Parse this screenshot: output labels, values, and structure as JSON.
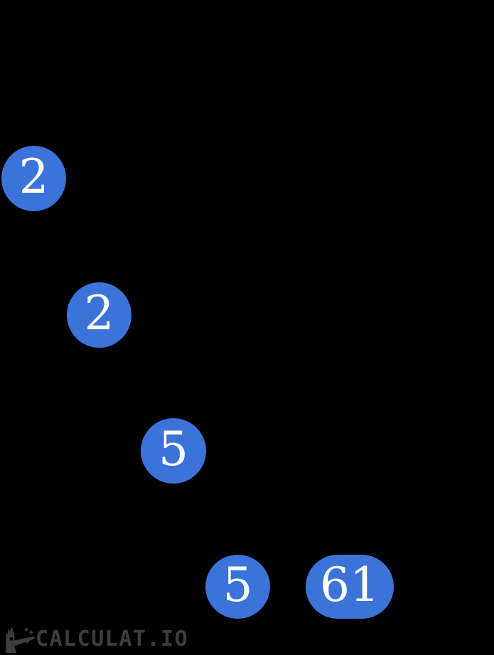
{
  "diagram": {
    "type": "factor-tree",
    "description": "Prime factorization tree; only prime leaf nodes are visible on the dark background",
    "nodes": [
      {
        "value": "2",
        "shape": "circle",
        "row": 1
      },
      {
        "value": "2",
        "shape": "circle",
        "row": 2
      },
      {
        "value": "5",
        "shape": "circle",
        "row": 3
      },
      {
        "value": "5",
        "shape": "circle",
        "row": 4
      },
      {
        "value": "61",
        "shape": "pill",
        "row": 4
      }
    ]
  },
  "watermark": {
    "text": "CALCULAT.IO",
    "icon": "calculat-logo-icon"
  },
  "colors": {
    "background": "#000000",
    "node_fill": "#3B73D9",
    "node_text": "#FFFFFF",
    "watermark": "#3D3D3D"
  }
}
